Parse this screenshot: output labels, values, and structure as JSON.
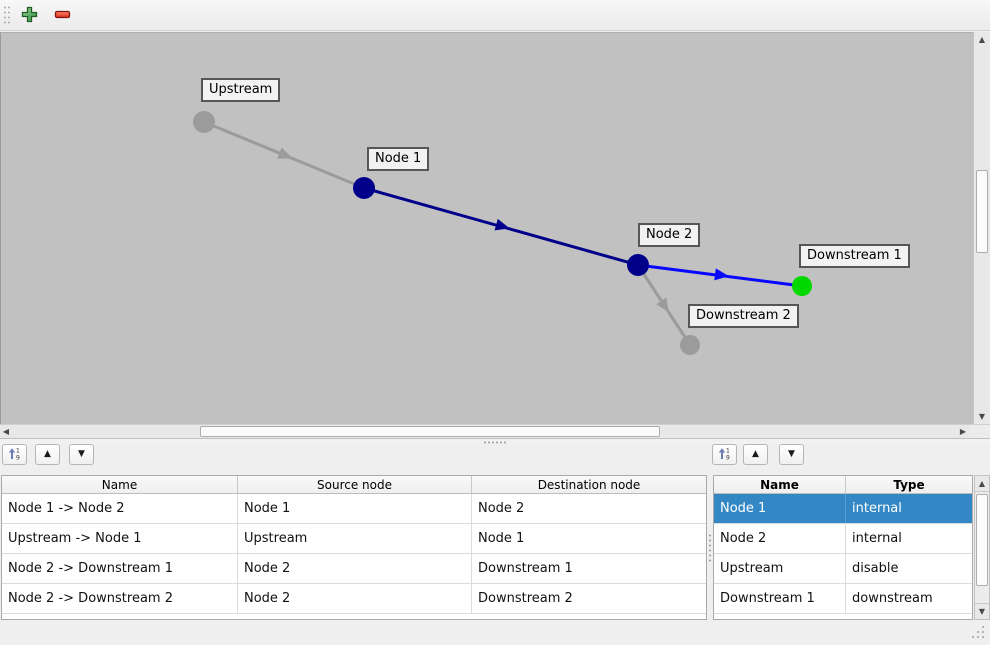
{
  "main_toolbar": {
    "add_icon": "plus-icon",
    "remove_icon": "minus-icon",
    "add_color": "#3f9b4c",
    "remove_color": "#e23a24"
  },
  "graph": {
    "background": "#c1c1c1",
    "nodes": [
      {
        "id": "upstream",
        "label": "Upstream",
        "color": "#9b9b9b"
      },
      {
        "id": "node1",
        "label": "Node 1",
        "color": "#00008b"
      },
      {
        "id": "node2",
        "label": "Node 2",
        "color": "#00008b"
      },
      {
        "id": "downstream1",
        "label": "Downstream 1",
        "color": "#00d800"
      },
      {
        "id": "downstream2",
        "label": "Downstream 2",
        "color": "#9b9b9b"
      }
    ],
    "edges": [
      {
        "from": "Upstream",
        "to": "Node 1",
        "color": "#9b9b9b"
      },
      {
        "from": "Node 1",
        "to": "Node 2",
        "color": "#00008b"
      },
      {
        "from": "Node 2",
        "to": "Downstream 1",
        "color": "#0808ff"
      },
      {
        "from": "Node 2",
        "to": "Downstream 2",
        "color": "#9b9b9b"
      }
    ]
  },
  "table_toolbar": {
    "sort_icon": "sort-ascending-icon",
    "up_label": "▲",
    "down_label": "▼"
  },
  "edge_table": {
    "headers": [
      "Name",
      "Source node",
      "Destination node"
    ],
    "rows": [
      {
        "name": "Node 1 -> Node 2",
        "source": "Node 1",
        "destination": "Node 2"
      },
      {
        "name": "Upstream -> Node 1",
        "source": "Upstream",
        "destination": "Node 1"
      },
      {
        "name": "Node 2 -> Downstream 1",
        "source": "Node 2",
        "destination": "Downstream 1"
      },
      {
        "name": "Node 2 -> Downstream 2",
        "source": "Node 2",
        "destination": "Downstream 2"
      }
    ]
  },
  "node_table": {
    "headers": [
      "Name",
      "Type"
    ],
    "rows": [
      {
        "name": "Node 1",
        "type": "internal",
        "selected": true
      },
      {
        "name": "Node 2",
        "type": "internal",
        "selected": false
      },
      {
        "name": "Upstream",
        "type": "disable",
        "selected": false
      },
      {
        "name": "Downstream 1",
        "type": "downstream",
        "selected": false
      }
    ],
    "selection_color": "#3387c4"
  }
}
